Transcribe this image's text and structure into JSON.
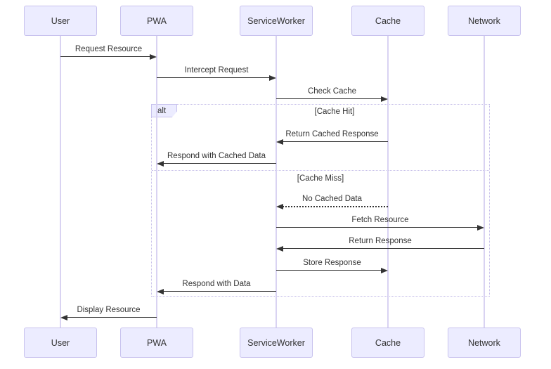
{
  "diagram": {
    "type": "sequence",
    "actors": [
      {
        "name": "User"
      },
      {
        "name": "PWA"
      },
      {
        "name": "ServiceWorker"
      },
      {
        "name": "Cache"
      },
      {
        "name": "Network"
      }
    ],
    "messages": [
      {
        "from": "User",
        "to": "PWA",
        "label": "Request Resource",
        "style": "solid"
      },
      {
        "from": "PWA",
        "to": "ServiceWorker",
        "label": "Intercept Request",
        "style": "solid"
      },
      {
        "from": "ServiceWorker",
        "to": "Cache",
        "label": "Check Cache",
        "style": "solid"
      },
      {
        "from": "Cache",
        "to": "ServiceWorker",
        "label": "Return Cached Response",
        "style": "solid"
      },
      {
        "from": "ServiceWorker",
        "to": "PWA",
        "label": "Respond with Cached Data",
        "style": "solid"
      },
      {
        "from": "Cache",
        "to": "ServiceWorker",
        "label": "No Cached Data",
        "style": "dashed"
      },
      {
        "from": "ServiceWorker",
        "to": "Network",
        "label": "Fetch Resource",
        "style": "solid"
      },
      {
        "from": "Network",
        "to": "ServiceWorker",
        "label": "Return Response",
        "style": "solid"
      },
      {
        "from": "ServiceWorker",
        "to": "Cache",
        "label": "Store Response",
        "style": "solid"
      },
      {
        "from": "ServiceWorker",
        "to": "PWA",
        "label": "Respond with Data",
        "style": "solid"
      },
      {
        "from": "PWA",
        "to": "User",
        "label": "Display Resource",
        "style": "solid"
      }
    ],
    "alt_frame": {
      "label": "alt",
      "sections": [
        {
          "condition": "[Cache Hit]"
        },
        {
          "condition": "[Cache Miss]"
        }
      ]
    },
    "colors": {
      "actor_fill": "#ececff",
      "actor_border": "#c8c2ee",
      "lifeline": "#d9d3f2",
      "arrow": "#333333",
      "frame_border": "#c3bce8",
      "text": "#333333",
      "background": "#ffffff"
    }
  }
}
